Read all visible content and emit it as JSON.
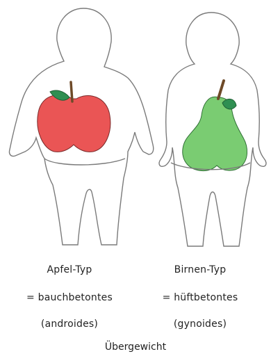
{
  "apple": {
    "title": "Apfel-Typ",
    "line2": "= bauchbetontes",
    "line3": "(androides)"
  },
  "pear": {
    "title": "Birnen-Typ",
    "line2": "= hüftbetontes",
    "line3": "(gynoides)"
  },
  "bottom_label": "Übergewicht",
  "colors": {
    "outline": "#7a7a7a",
    "apple_fill": "#ea5555",
    "pear_fill": "#7acc72",
    "leaf": "#2f8f52",
    "stem": "#6e4a28"
  },
  "icons": [
    "apple-icon",
    "pear-icon",
    "leaf-icon"
  ]
}
